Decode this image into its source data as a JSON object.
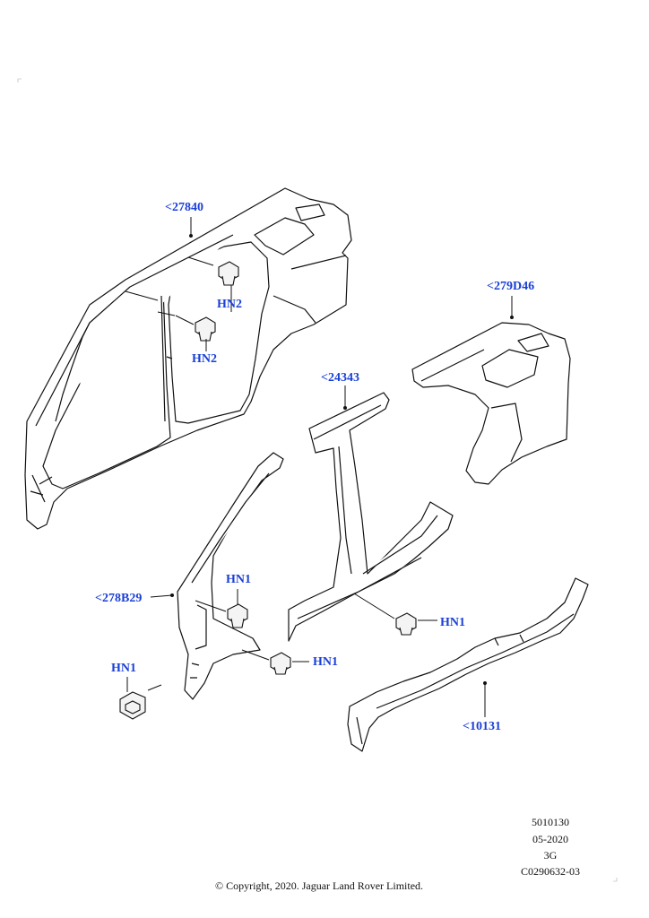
{
  "callouts": {
    "p27840": "<27840",
    "p279D46": "<279D46",
    "p24343": "<24343",
    "p278B29": "<278B29",
    "p10131": "<10131",
    "hn2_a": "HN2",
    "hn2_b": "HN2",
    "hn1_a": "HN1",
    "hn1_b": "HN1",
    "hn1_c": "HN1",
    "hn1_d": "HN1"
  },
  "meta": {
    "ref_number": "5010130",
    "date": "05-2020",
    "revision": "3G",
    "illustration_code": "C0290632-03"
  },
  "copyright": "© Copyright, 2020. Jaguar Land Rover Limited.",
  "colors": {
    "callout_text": "#1a3fd6",
    "line_art": "#111111"
  }
}
